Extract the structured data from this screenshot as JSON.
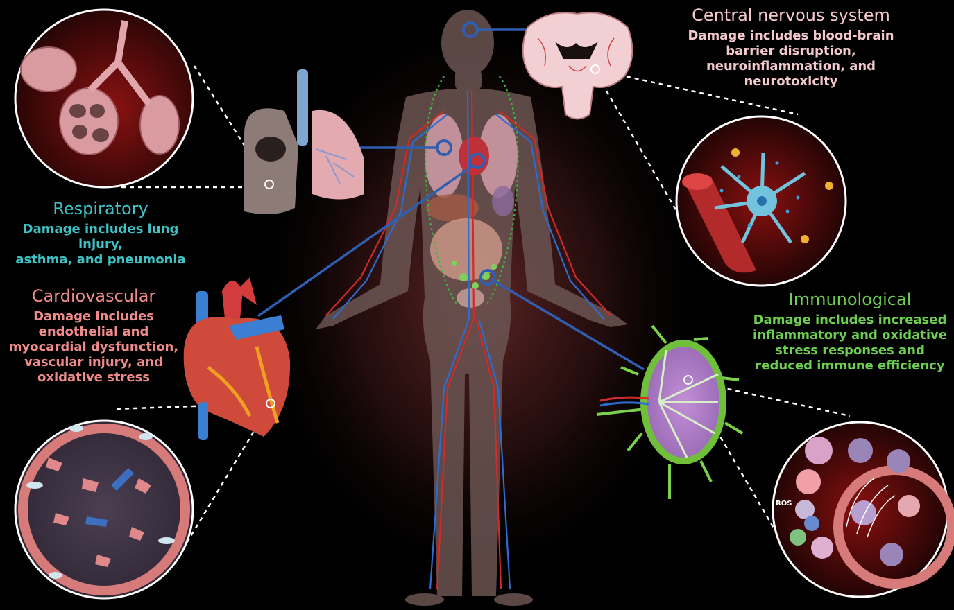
{
  "cns": {
    "title": "Central nervous system",
    "desc": [
      "Damage includes blood-brain",
      "barrier disruption,",
      "neuroinflammation, and",
      "neurotoxicity"
    ]
  },
  "respiratory": {
    "title": "Respiratory",
    "desc": [
      "Damage includes lung injury,",
      "asthma, and pneumonia"
    ]
  },
  "cardiovascular": {
    "title": "Cardiovascular",
    "desc": [
      "Damage includes",
      "endothelial and",
      "myocardial dysfunction,",
      "vascular injury, and",
      "oxidative stress"
    ]
  },
  "immunological": {
    "title": "Immunological",
    "desc": [
      "Damage includes increased",
      "inflammatory and oxidative",
      "stress responses and",
      "reduced immune efficiency"
    ]
  },
  "ros_label": "ROS",
  "colors": {
    "background": "#000000",
    "cns": "#f3c4c8",
    "respiratory": "#3fc2c6",
    "cardiovascular": "#f08b8b",
    "immunological": "#6dcf4f",
    "connector": "#2f5fb3"
  }
}
